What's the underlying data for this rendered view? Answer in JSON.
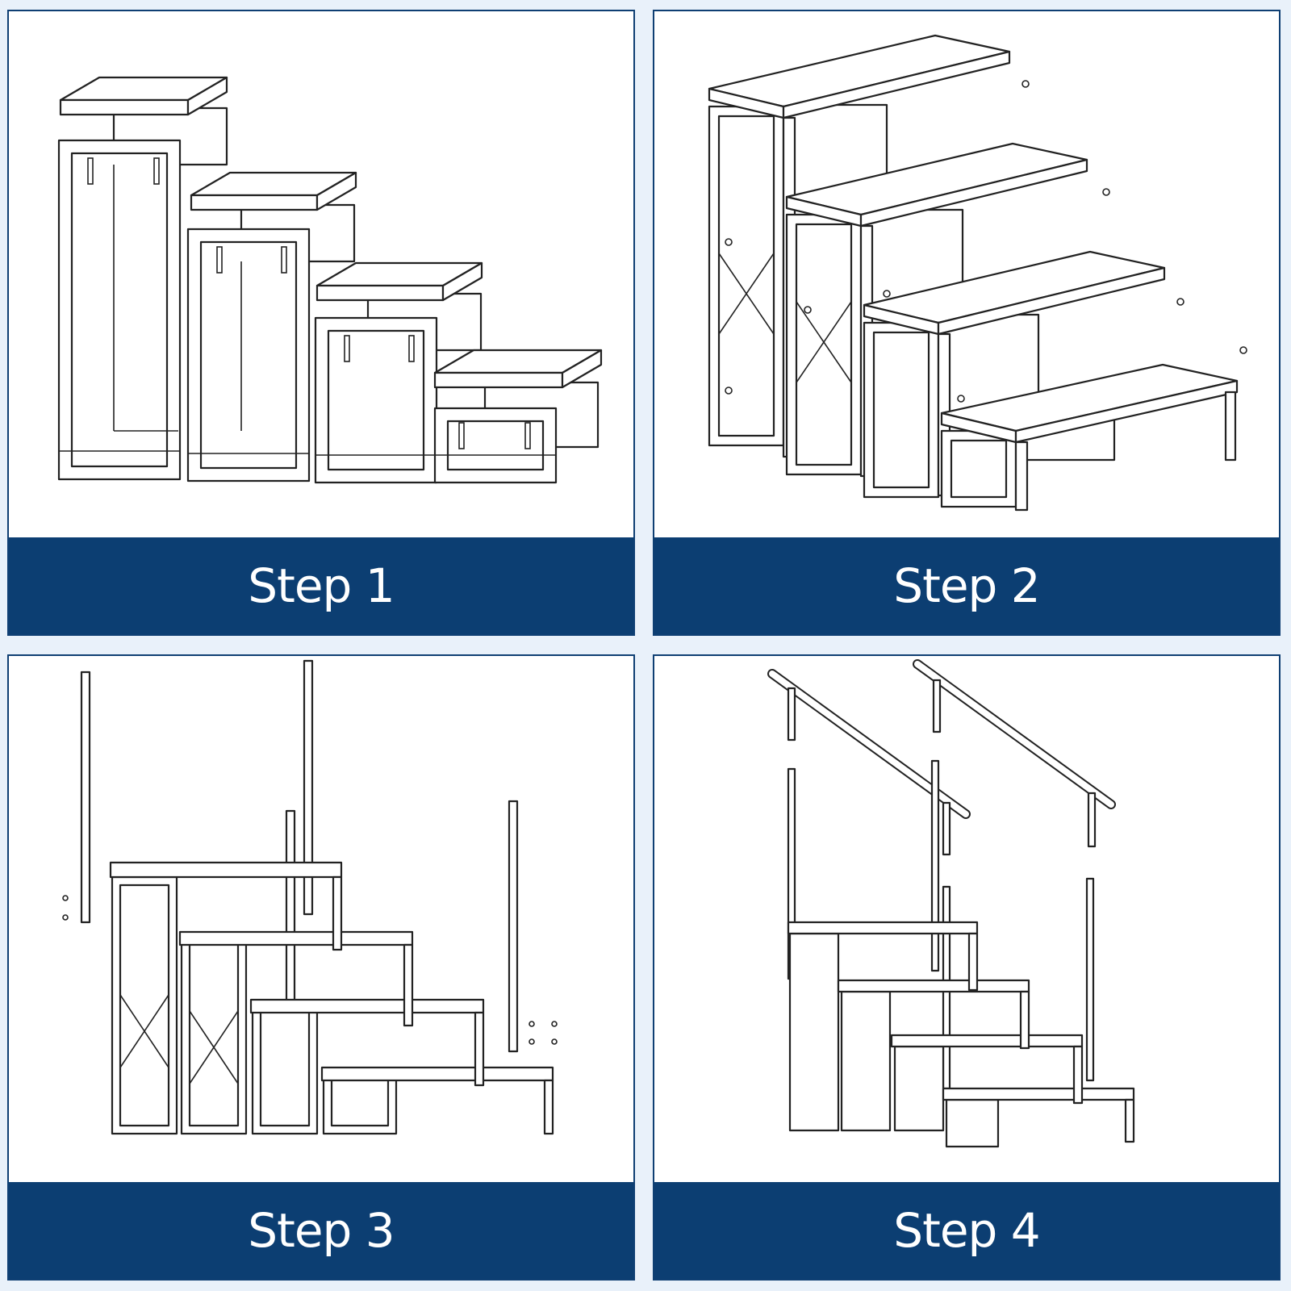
{
  "steps": [
    {
      "label": "Step 1"
    },
    {
      "label": "Step 2"
    },
    {
      "label": "Step 3"
    },
    {
      "label": "Step 4"
    }
  ],
  "colors": {
    "banner": "#0c3e72",
    "border": "#0f3f73",
    "background": "#e9f1fa",
    "line": "#222222"
  }
}
